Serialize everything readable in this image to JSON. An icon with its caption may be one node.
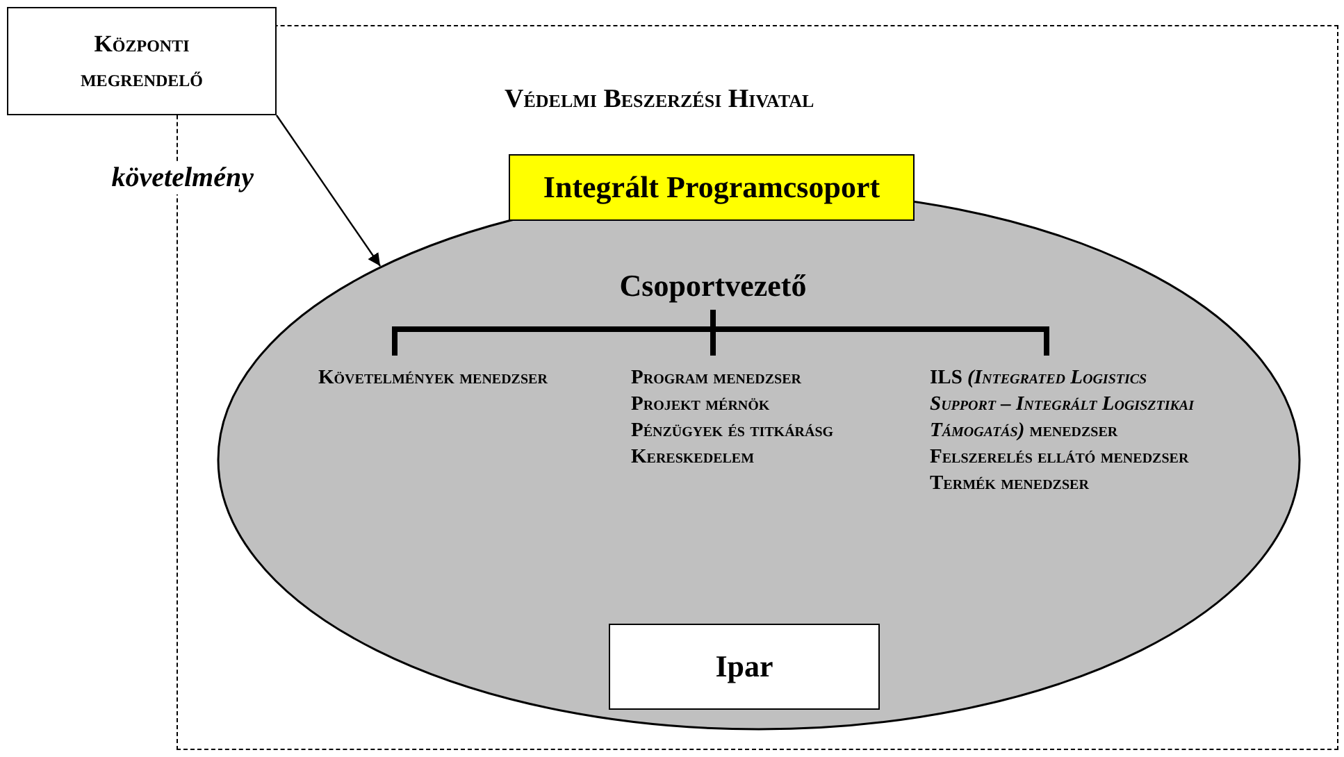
{
  "diagram": {
    "nodes": [
      {
        "text": [
          "Védelmi Beszerzési Hivatal"
        ]
      },
      {
        "text": [
          "Központi megrendelő"
        ]
      },
      {
        "text": [],
        "shape": "ellipse",
        "in": 0
      },
      {
        "text": [
          "Integrált Programcsoport"
        ],
        "in": 0
      },
      {
        "text": [
          "Csoportvezető"
        ],
        "in": 2
      },
      {
        "text": [
          "Követelmények menedzser"
        ],
        "in": 2
      },
      {
        "text": [
          "Program menedzser",
          "Projekt mérnök",
          "Pénzügyek és titkárásg",
          "Kereskedelem"
        ],
        "in": 2
      },
      {
        "text": [
          "ILS *(Integrated Logistics Support – Integrált Logisztikai Támogatás)* menedzser",
          "Felszerelés ellátó menedzser",
          "Termék menedzser"
        ],
        "in": 2
      },
      {
        "text": [
          "Ipar"
        ],
        "in": 2
      }
    ],
    "edges": [
      {
        "from": 1,
        "to": 2,
        "arrow": "to",
        "label": "követelmény"
      },
      {
        "from": 4,
        "to": 5,
        "arrow": "none"
      },
      {
        "from": 4,
        "to": 6,
        "arrow": "none"
      },
      {
        "from": 4,
        "to": 7,
        "arrow": "none"
      }
    ]
  }
}
